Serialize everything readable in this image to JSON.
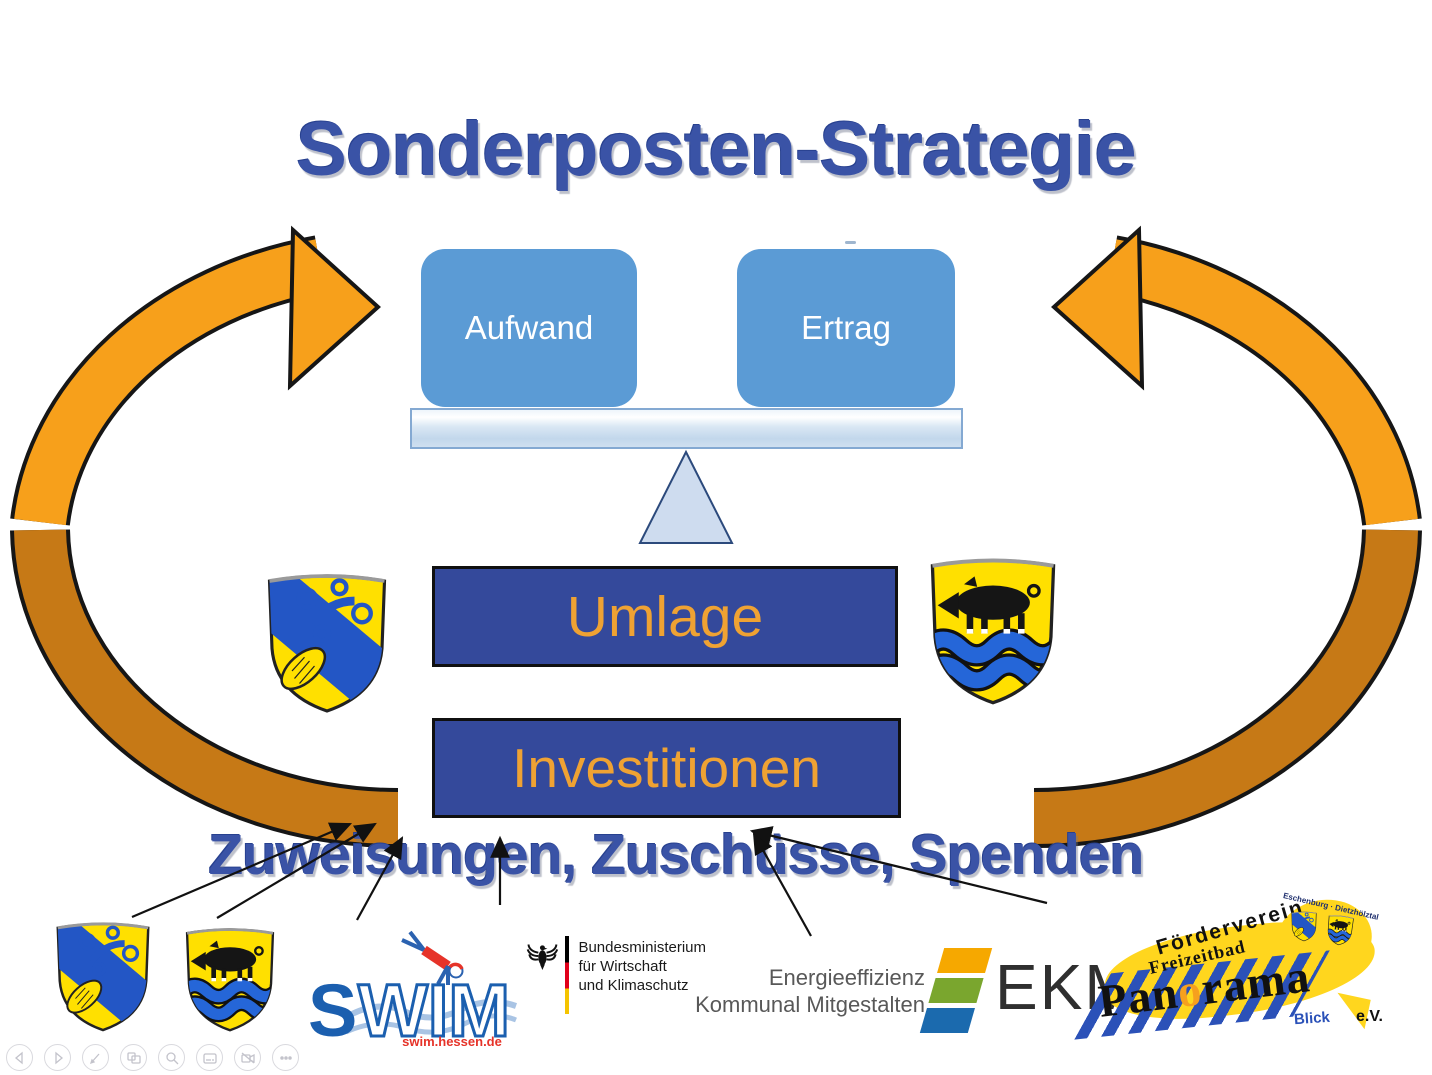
{
  "slide": {
    "title": "Sonderposten-Strategie",
    "subtitle": "Zuweisungen, Zuschüsse, Spenden"
  },
  "diagram": {
    "aufwand": "Aufwand",
    "ertrag": "Ertrag",
    "umlage": "Umlage",
    "investitionen": "Investitionen"
  },
  "logos": {
    "swim": {
      "s": "S",
      "wim": "WIM",
      "url": "swim.hessen.de"
    },
    "bmwk": {
      "line1": "Bundesministerium",
      "line2": "für Wirtschaft",
      "line3": "und Klimaschutz"
    },
    "ekm": {
      "line1": "Energieeffizienz",
      "line2": "Kommunal Mitgestalten",
      "abbr": "EKM"
    },
    "panorama": {
      "foerderverein": "Förderverein",
      "freizeitbad": "Freizeitbad",
      "pan": "Pan",
      "o": "o",
      "rama": "rama",
      "blick": "Blick",
      "ev": "e.V.",
      "arc": "Eschenburg · Dietzhölztal"
    }
  },
  "icons": [
    "coat-of-arms-eschenburg-icon",
    "coat-of-arms-dietzhoelztal-icon",
    "bundesadler-icon",
    "diver-icon",
    "previous-slide-icon",
    "next-slide-icon",
    "pen-icon",
    "see-all-slides-icon",
    "zoom-icon",
    "subtitles-icon",
    "camera-off-icon",
    "more-options-icon"
  ],
  "toolbar": {
    "buttons": [
      "previous-slide",
      "next-slide",
      "pen",
      "see-all-slides",
      "zoom",
      "subtitles",
      "camera",
      "more-options"
    ]
  },
  "colors": {
    "title_blue": "#3A53A6",
    "box_blue": "#5B9BD5",
    "navy_box": "#34499B",
    "orange_text": "#EFA233",
    "arrow_orange_top": "#F7A01B",
    "arrow_orange_bottom": "#C67916",
    "shield_yellow": "#FFE000",
    "shield_blue": "#2356C5",
    "wave_blue": "#2566D8",
    "swim_blue": "#1B5FAF",
    "swim_red": "#E63329",
    "ekm_orange": "#F6A800",
    "ekm_green": "#7AA62E",
    "ekm_blue": "#1B6AAE",
    "panorama_yellow": "#FFD61E",
    "panorama_stripe_blue": "#2B51B8",
    "bmwk_stripe": [
      "#000000",
      "#E1001A",
      "#F5C400"
    ]
  }
}
